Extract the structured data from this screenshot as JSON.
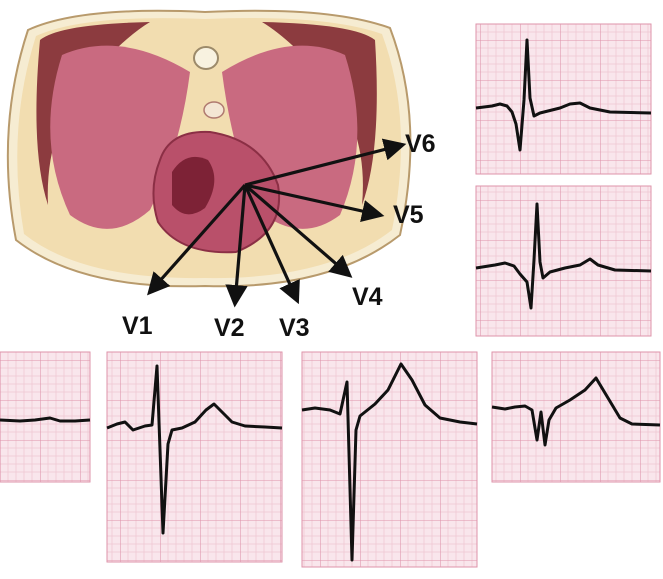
{
  "leads": {
    "v1": "V1",
    "v2": "V2",
    "v3": "V3",
    "v4": "V4",
    "v5": "V5",
    "v6": "V6"
  },
  "colors": {
    "ecg_paper": "#f9e6ec",
    "ecg_grid_minor": "#efc6d2",
    "ecg_grid_major": "#de93aa",
    "trace": "#111111",
    "tissue": "#c96a80",
    "muscle": "#8c3b3f",
    "fat": "#f2ddb0",
    "skin": "#f6ecd2"
  }
}
